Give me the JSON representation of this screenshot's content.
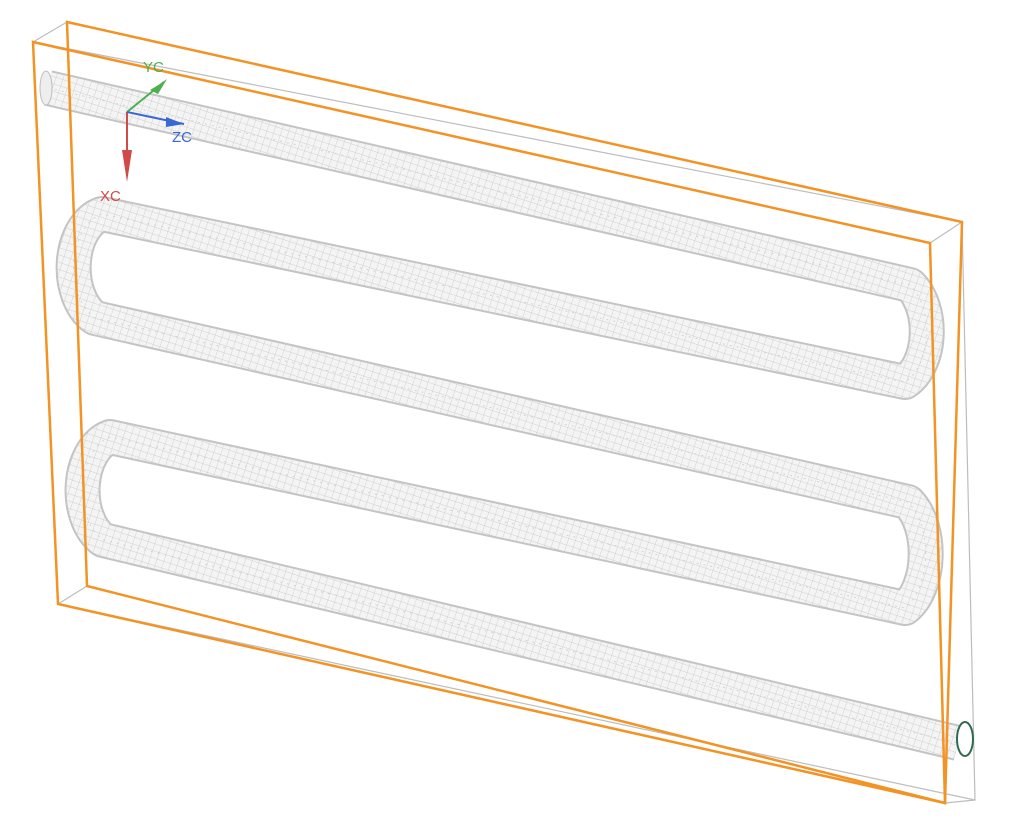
{
  "viewport": {
    "description_free": true,
    "background": "#ffffff"
  },
  "colors": {
    "outline": "#f39325",
    "mesh": "#c4c4c4",
    "mesh_fill": "#f4f4f4",
    "box_edge": "#bdbdbd",
    "axis_x": "#d14a4a",
    "axis_y": "#4caf50",
    "axis_z": "#3a67d6",
    "pipe_end_ring": "#2f6b4f"
  },
  "triad": {
    "x_label": "XC",
    "y_label": "YC",
    "z_label": "ZC"
  },
  "icons": {
    "triad": "wcs-triad-icon"
  }
}
